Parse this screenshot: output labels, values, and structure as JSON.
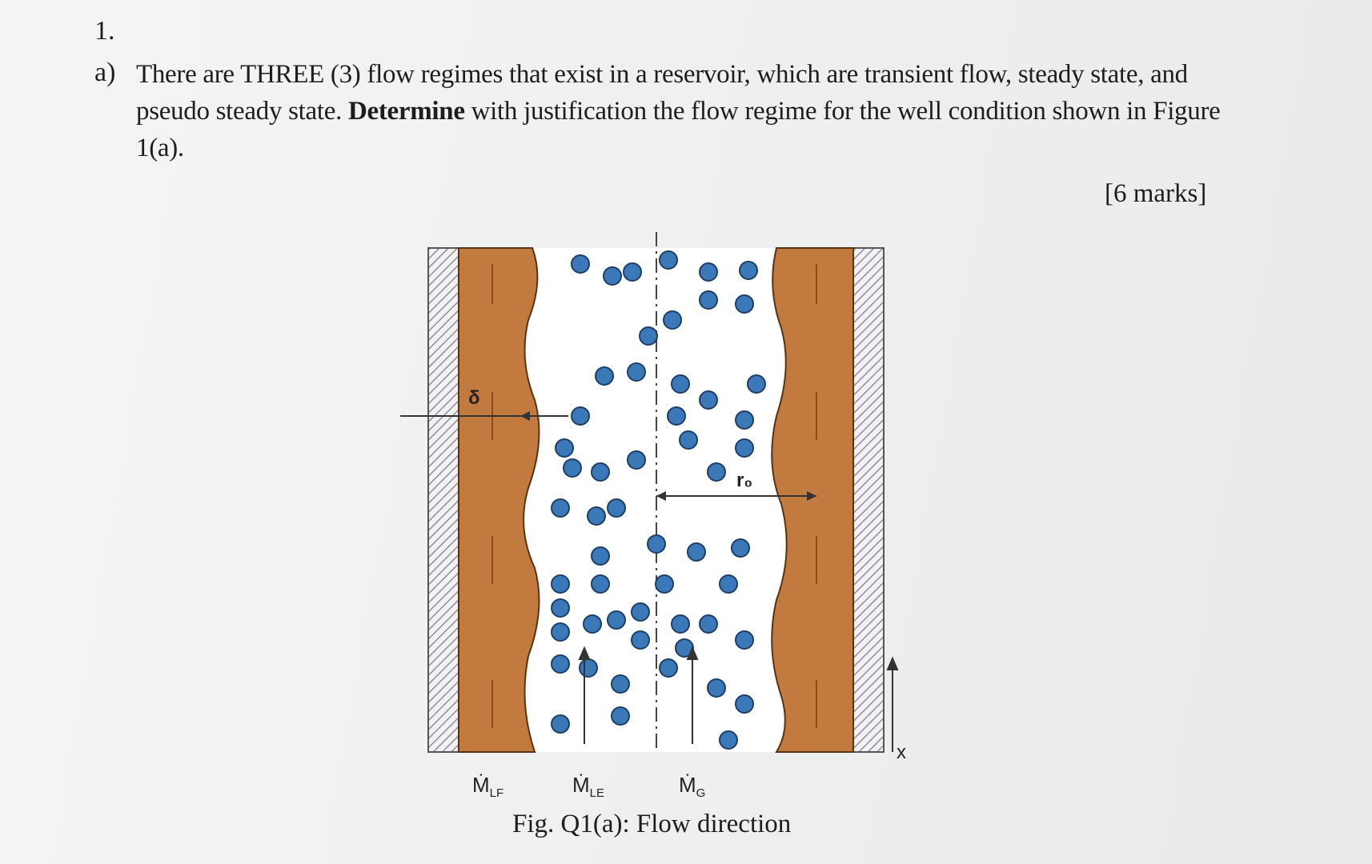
{
  "question": {
    "number": "1.",
    "part": "a)",
    "text_before_bold": "There are THREE (3) flow regimes that exist in a reservoir, which are transient flow, steady state, and pseudo steady state. ",
    "bold_word": "Determine",
    "text_after_bold": " with justification the flow regime for the well condition shown in Figure 1(a).",
    "marks": "[6 marks]"
  },
  "figure": {
    "caption": "Fig. Q1(a): Flow direction",
    "labels": {
      "delta": "δ",
      "radius": "r₀",
      "axis": "x",
      "m_lf": "Ṁ",
      "m_lf_sub": "LF",
      "m_le": "Ṁ",
      "m_le_sub": "LE",
      "m_g": "Ṁ",
      "m_g_sub": "G"
    },
    "colors": {
      "liquid_film": "#c27a3e",
      "droplet": "#3a78b8",
      "wall_hatch": "#8e8e9a",
      "core": "#ffffff"
    }
  }
}
